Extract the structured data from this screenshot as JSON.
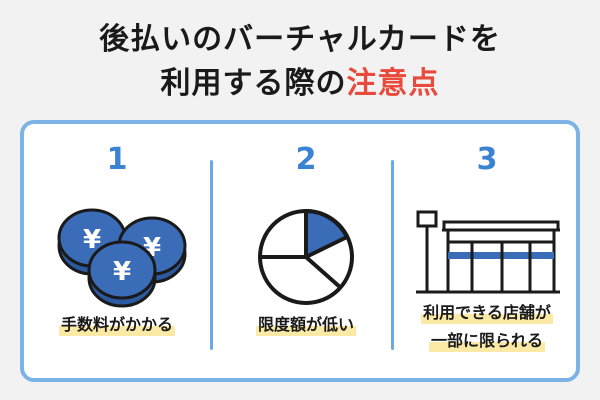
{
  "title": {
    "line1": "後払いのバーチャルカードを",
    "line2_prefix": "利用する際の",
    "line2_accent": "注意点"
  },
  "colors": {
    "accent_red": "#e84a3c",
    "number_blue": "#3a82d2",
    "card_border": "#7bb3e6",
    "highlight": "#fbe9a6",
    "coin_blue": "#3b6cb7"
  },
  "items": [
    {
      "number": "1",
      "icon": "yen-coins-icon",
      "label_lines": [
        "手数料がかかる"
      ]
    },
    {
      "number": "2",
      "icon": "pie-chart-icon",
      "label_lines": [
        "限度額が低い"
      ]
    },
    {
      "number": "3",
      "icon": "convenience-store-icon",
      "label_lines": [
        "利用できる店舗が",
        "一部に限られる"
      ]
    }
  ]
}
